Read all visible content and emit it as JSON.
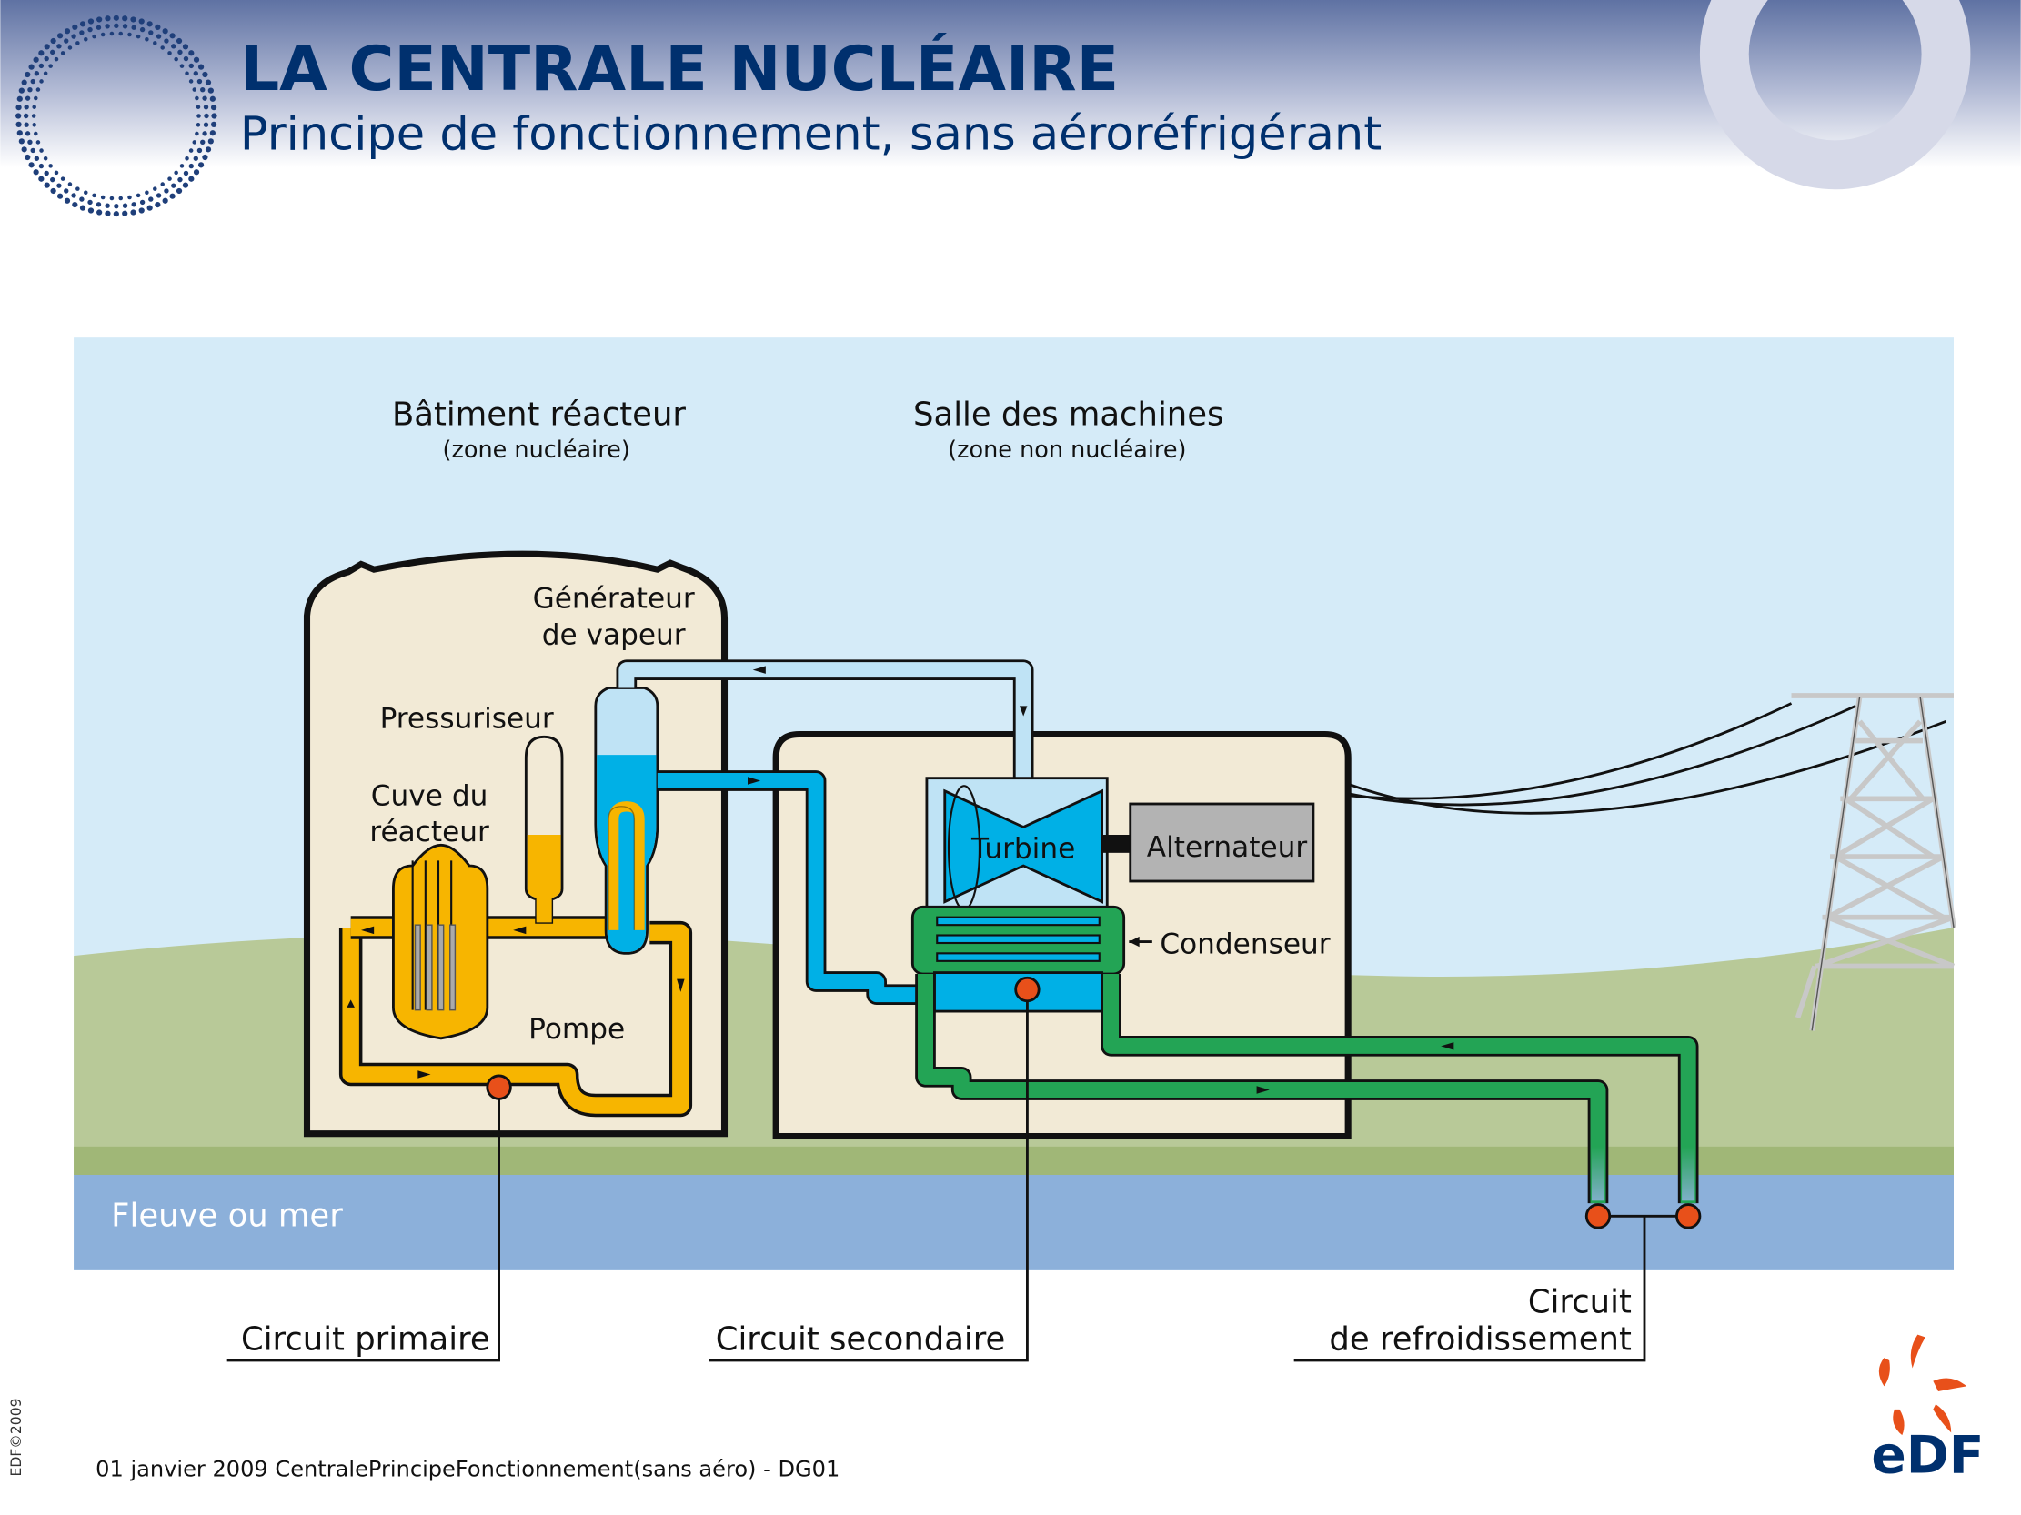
{
  "header": {
    "title": "LA CENTRALE NUCLÉAIRE",
    "subtitle": "Principe de fonctionnement, sans aéroréfrigérant"
  },
  "zones": {
    "reactor_building": {
      "title": "Bâtiment réacteur",
      "subtitle": "(zone nucléaire)"
    },
    "machine_hall": {
      "title": "Salle des machines",
      "subtitle": "(zone non nucléaire)"
    }
  },
  "components": {
    "steam_generator_line1": "Générateur",
    "steam_generator_line2": "de vapeur",
    "pressurizer": "Pressuriseur",
    "vessel_line1": "Cuve du",
    "vessel_line2": "réacteur",
    "pump": "Pompe",
    "turbine": "Turbine",
    "alternator": "Alternateur",
    "condenser": "Condenseur",
    "water_body": "Fleuve ou mer"
  },
  "circuits": {
    "primary": "Circuit primaire",
    "secondary": "Circuit secondaire",
    "cooling_line1": "Circuit",
    "cooling_line2": "de refroidissement"
  },
  "colors": {
    "title_blue": "#00306e",
    "primary_circuit": "#f7b500",
    "secondary_circuit": "#00b0e6",
    "steam": "#bfe3f5",
    "cooling_circuit": "#23a455",
    "building": "#f2ead6",
    "sky": "#d5ebf8",
    "grass": "#b8c998",
    "water": "#8cb0da",
    "pump_marker": "#e8501a",
    "edf_orange": "#e8501a"
  },
  "footer": {
    "caption": "01 janvier 2009  CentralePrincipeFonctionnement(sans aéro) - DG01",
    "copyright": "EDF©2009",
    "logo_text": "eDF"
  }
}
